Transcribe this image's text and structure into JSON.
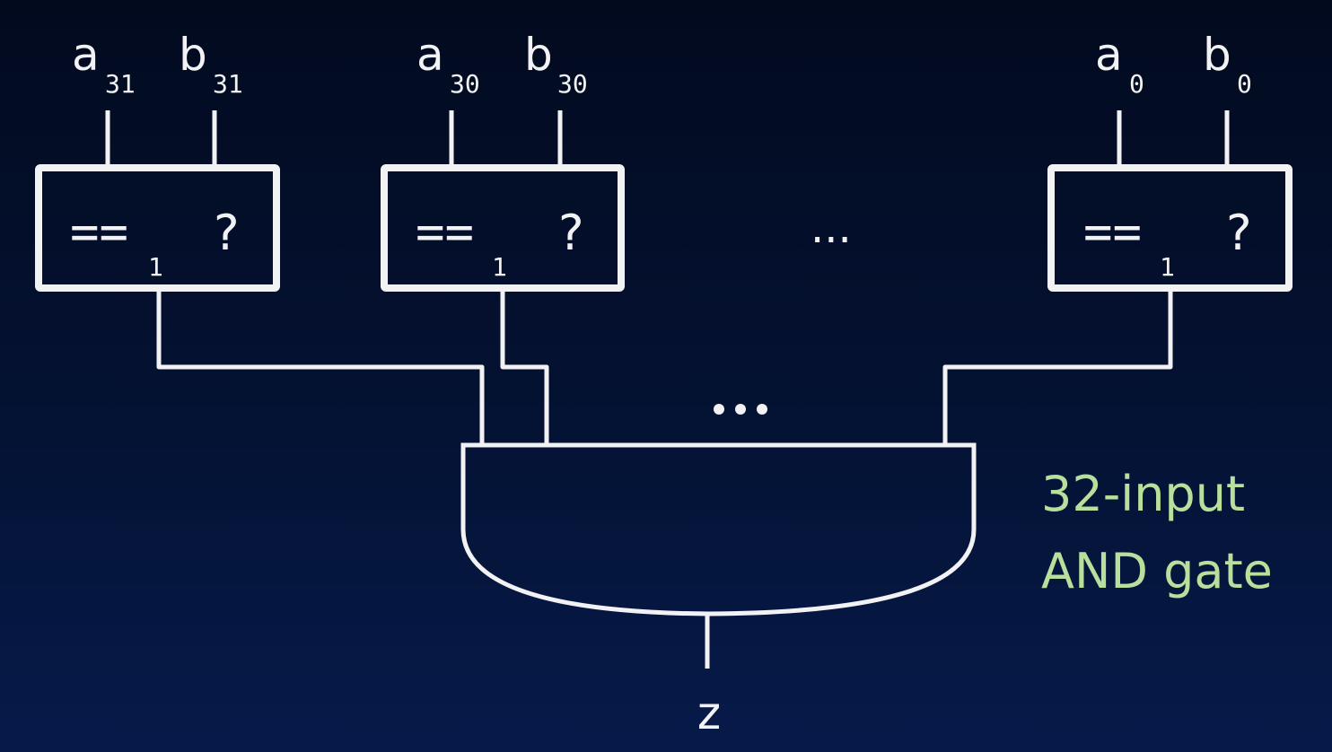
{
  "comparators": [
    {
      "id": "bit31",
      "input_a": {
        "name": "a",
        "sub": "31"
      },
      "input_b": {
        "name": "b",
        "sub": "31"
      },
      "op": "==",
      "op_sub": "1",
      "query": "?"
    },
    {
      "id": "bit30",
      "input_a": {
        "name": "a",
        "sub": "30"
      },
      "input_b": {
        "name": "b",
        "sub": "30"
      },
      "op": "==",
      "op_sub": "1",
      "query": "?"
    },
    {
      "id": "bit0",
      "input_a": {
        "name": "a",
        "sub": "0"
      },
      "input_b": {
        "name": "b",
        "sub": "0"
      },
      "op": "==",
      "op_sub": "1",
      "query": "?"
    }
  ],
  "ellipsis_comparators": "...",
  "ellipsis_gate_inputs": "•••",
  "gate": {
    "label_line1": "32-input",
    "label_line2": "AND gate",
    "output": "z"
  },
  "colors": {
    "background_top": "#020a1e",
    "background_bottom": "#061a4a",
    "stroke": "#f2f2f4",
    "annotation": "#b8e09c"
  }
}
